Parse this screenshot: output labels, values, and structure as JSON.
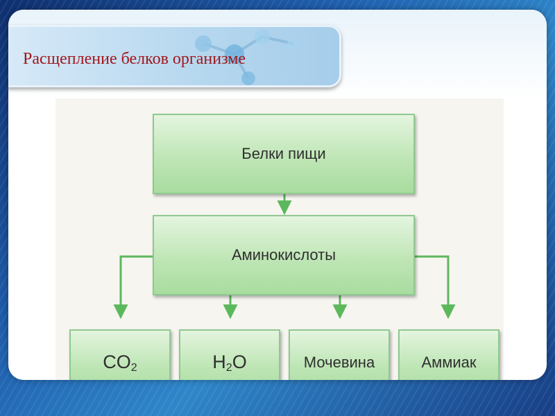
{
  "title": "Расщепление белков организме",
  "colors": {
    "node_fill": "#bfe6b6",
    "node_border": "#8fc98f",
    "arrow": "#5cb85c",
    "title": "#a1171c"
  },
  "diagram": {
    "top": "Белки пищи",
    "middle": "Аминокислоты",
    "outputs": {
      "co2_main": "CO",
      "co2_sub": "2",
      "h2o_h": "H",
      "h2o_sub": "2",
      "h2o_o": "O",
      "urea": "Мочевина",
      "ammonia": "Аммиак"
    }
  }
}
